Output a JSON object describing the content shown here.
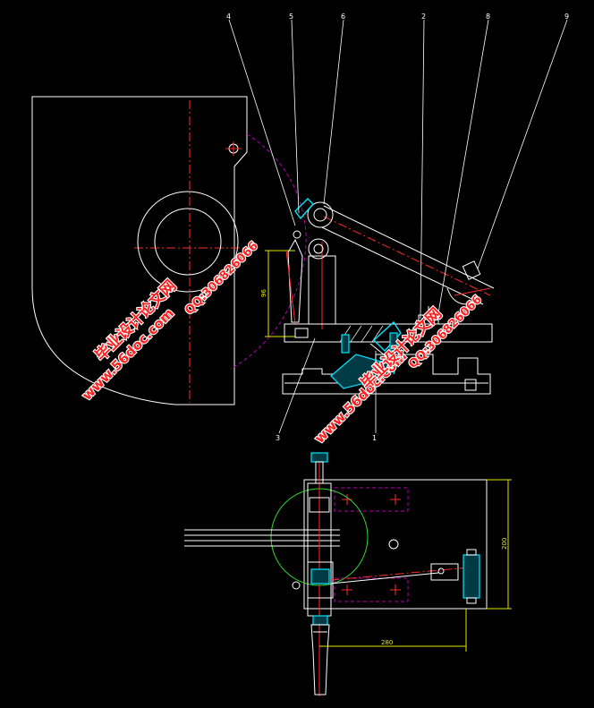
{
  "part_numbers": [
    "4",
    "5",
    "6",
    "2",
    "8",
    "9",
    "3",
    "1"
  ],
  "dimensions": {
    "height_front": "96",
    "width_top": "280",
    "height_top": "200"
  },
  "watermark": {
    "site_text": "www.56doc.com",
    "brand_text": "毕业设计论文网",
    "qq_text": "QQ:306826066"
  },
  "colors": {
    "background": "#000000",
    "outline": "#ffffff",
    "centerline": "#ff2a2a",
    "phantom": "#b400b4",
    "component": "#00e5ff",
    "dimension": "#e6e600",
    "watermark": "#ff2020"
  }
}
